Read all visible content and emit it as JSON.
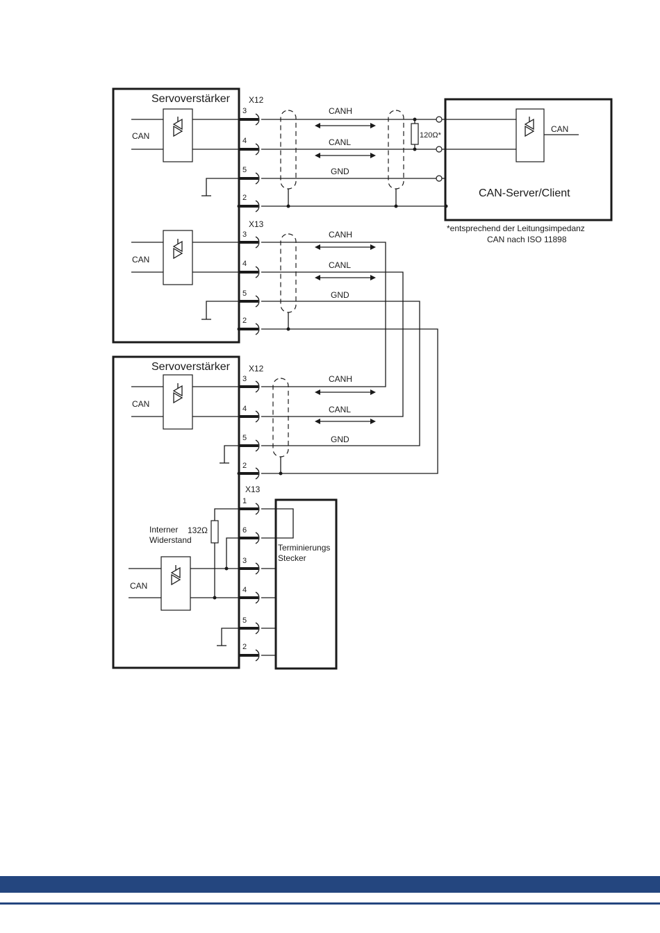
{
  "colors": {
    "footer": "#24467f",
    "ink": "#1a1a1a"
  },
  "diagram": {
    "servo1_title": "Servoverstärker",
    "servo1_can_top": "CAN",
    "servo1_can_bottom": "CAN",
    "servo1_x12": "X12",
    "servo1_x13": "X13",
    "servo2_title": "Servoverstärker",
    "servo2_can_top": "CAN",
    "servo2_can_bottom": "CAN",
    "servo2_x12": "X12",
    "servo2_x13": "X13",
    "pins": {
      "p1": "1",
      "p2": "2",
      "p3": "3",
      "p4": "4",
      "p5": "5",
      "p6": "6"
    },
    "signals": {
      "canh": "CANH",
      "canl": "CANL",
      "gnd": "GND"
    },
    "resistor_120": "120Ω*",
    "server_label": "CAN-Server/Client",
    "server_can": "CAN",
    "footnote_line1": "*entsprechend der Leitungsimpedanz",
    "footnote_line2": "CAN nach ISO 11898",
    "internal_res_line1": "Interner",
    "internal_res_line2": "Widerstand",
    "resistor_132": "132Ω",
    "term_line1": "Terminierungs",
    "term_line2": "Stecker"
  }
}
